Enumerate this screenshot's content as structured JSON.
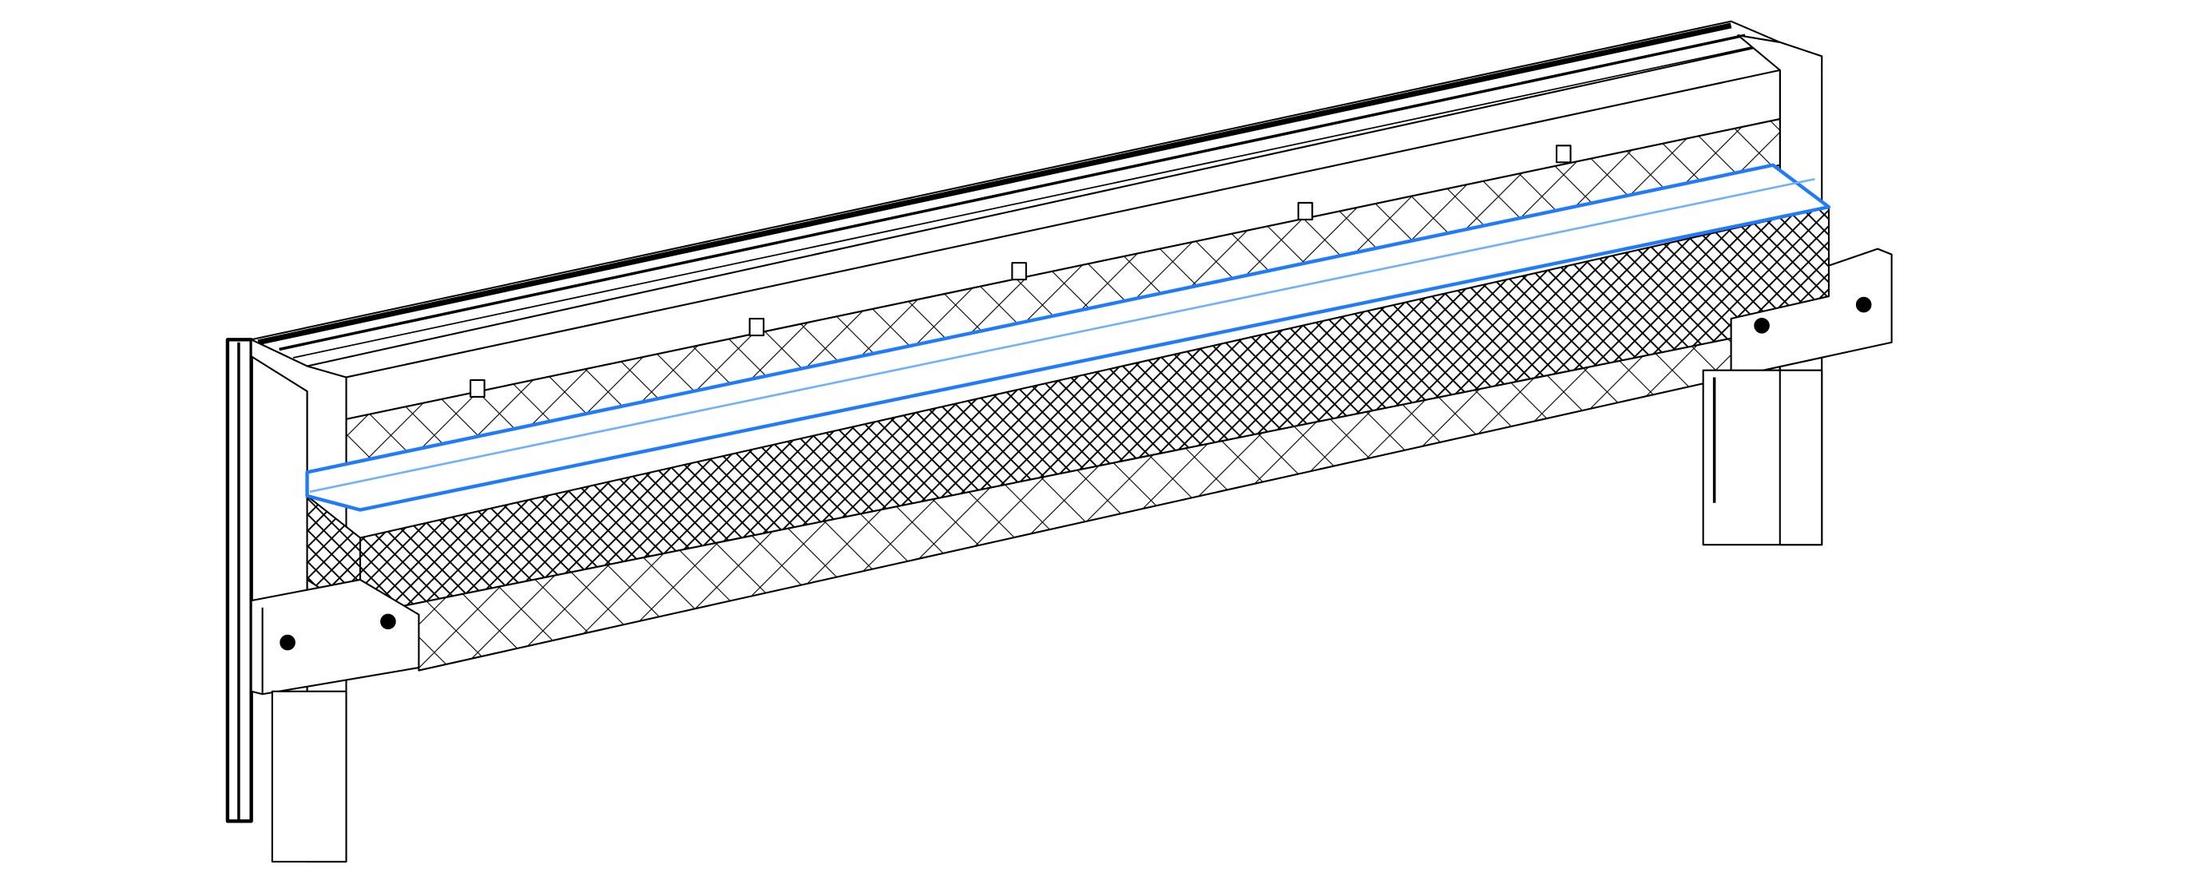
{
  "diagram": {
    "kind": "isometric construction detail",
    "colors": {
      "line": "#000000",
      "highlight": "#1e7bff",
      "highlight_light": "#6fb0ff",
      "background": "#ffffff"
    },
    "clip_count": 5,
    "bolt_count": 4
  }
}
